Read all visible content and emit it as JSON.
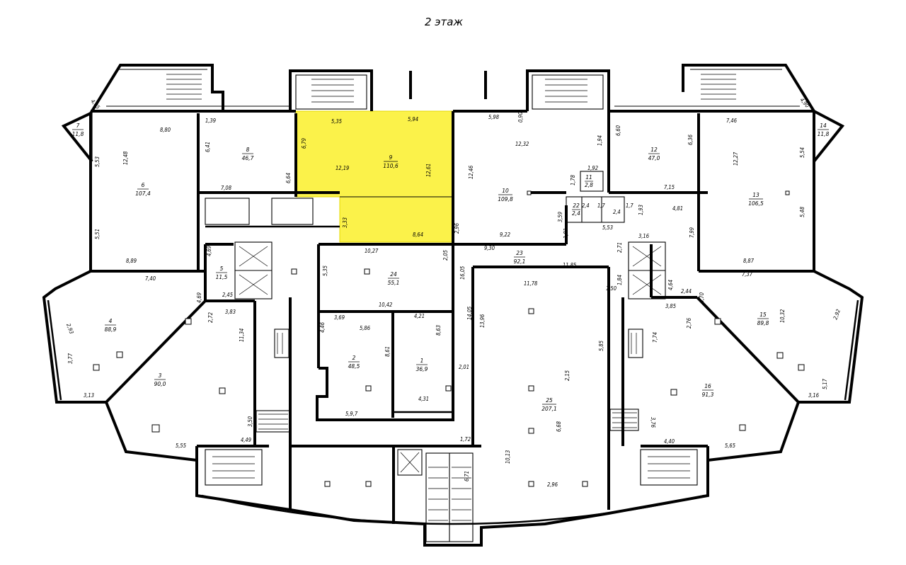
{
  "title": "2 этаж",
  "colors": {
    "highlight": "#fbf24a",
    "lines": "#000000",
    "background": "#ffffff"
  },
  "highlighted_room": "9",
  "rooms": [
    {
      "id": "r1",
      "num": "1",
      "area": "36,9"
    },
    {
      "id": "r2",
      "num": "2",
      "area": "48,5"
    },
    {
      "id": "r3",
      "num": "3",
      "area": "90,0"
    },
    {
      "id": "r4",
      "num": "4",
      "area": "88,9"
    },
    {
      "id": "r5",
      "num": "5",
      "area": "11,5"
    },
    {
      "id": "r6",
      "num": "6",
      "area": "107,4"
    },
    {
      "id": "r7",
      "num": "7",
      "area": "11,8"
    },
    {
      "id": "r8",
      "num": "8",
      "area": "46,7"
    },
    {
      "id": "r9",
      "num": "9",
      "area": "110,6"
    },
    {
      "id": "r10",
      "num": "10",
      "area": "109,8"
    },
    {
      "id": "r11",
      "num": "11",
      "area": "2,8"
    },
    {
      "id": "r12",
      "num": "12",
      "area": "47,0"
    },
    {
      "id": "r13",
      "num": "13",
      "area": "106,5"
    },
    {
      "id": "r14",
      "num": "14",
      "area": "11,8"
    },
    {
      "id": "r15",
      "num": "15",
      "area": "89,8"
    },
    {
      "id": "r16",
      "num": "16",
      "area": "91,3"
    },
    {
      "id": "r22",
      "num": "22",
      "area": "2,4"
    },
    {
      "id": "r23",
      "num": "23",
      "area": "92,1"
    },
    {
      "id": "r24",
      "num": "24",
      "area": "55,1"
    },
    {
      "id": "r25",
      "num": "25",
      "area": "207,1"
    }
  ],
  "dimensions": {
    "d535": "5,35",
    "d594": "5,94",
    "d598": "5,98",
    "d090": "0,90",
    "d679": "6,79",
    "d1219": "12,19",
    "d1261": "12,61",
    "d333": "3,33",
    "d864": "8,64",
    "d296": "2,96",
    "d880": "8,80",
    "d139": "1,39",
    "d641": "6,41",
    "d1248": "12,48",
    "d553": "5,53",
    "d664": "6,64",
    "d708": "7,08",
    "d551": "5,51",
    "d889": "8,89",
    "d740": "7,40",
    "d485": "4,85",
    "d1232": "12,32",
    "d194": "1,94",
    "d1246": "12,46",
    "d192": "1,92",
    "d178": "1,78",
    "d922": "9,22",
    "d930": "9,30",
    "d359": "3,59",
    "d181": "1,81",
    "d553b": "5,53",
    "d193": "1,93",
    "d660": "6,60",
    "d636": "6,36",
    "d715": "7,15",
    "d481": "4,81",
    "d746": "7,46",
    "d1227": "12,27",
    "d554": "5,54",
    "d548": "5,48",
    "d887": "8,87",
    "d737": "7,37",
    "d799": "7,99",
    "d490": "4,90",
    "d1027": "10,27",
    "d535b": "5,35",
    "d205": "2,05",
    "d1605": "16,05",
    "d1185": "11,85",
    "d1178": "11,78",
    "d1042": "10,42",
    "d369": "3,69",
    "d586": "5,86",
    "d421": "4,21",
    "d863": "8,63",
    "d1405": "14,05",
    "d1396": "13,96",
    "d446": "4,46",
    "d861": "8,61",
    "d201": "2,01",
    "d597": "5,9,7",
    "d431": "4,31",
    "d172": "1,72",
    "d671": "6,71",
    "d1013": "10,13",
    "d296b": "2,96",
    "d668": "6,68",
    "d215": "2,15",
    "d585": "5,85",
    "d150": "1,50",
    "d184": "1,84",
    "d316": "3,16",
    "d271": "2,71",
    "d464": "4,64",
    "d244": "2,44",
    "d385": "3,85",
    "d470": "4,70",
    "d276": "2,76",
    "d774": "7,74",
    "d1032": "10,32",
    "d292": "2,92",
    "d517": "5,17",
    "d316b": "3,16",
    "d376": "3,76",
    "d440": "4,40",
    "d565": "5,65",
    "d469": "4,69",
    "d245": "2,45",
    "d469b": "4,69",
    "d272": "2,72",
    "d383": "3,83",
    "d1134": "11,34",
    "d293": "2,93",
    "d377": "3,77",
    "d313": "3,13",
    "d350": "3,50",
    "d449": "4,49",
    "d555": "5,55",
    "d24a": "2,4",
    "d24b": "2,4",
    "d17a": "1,7",
    "d17b": "1,7"
  }
}
